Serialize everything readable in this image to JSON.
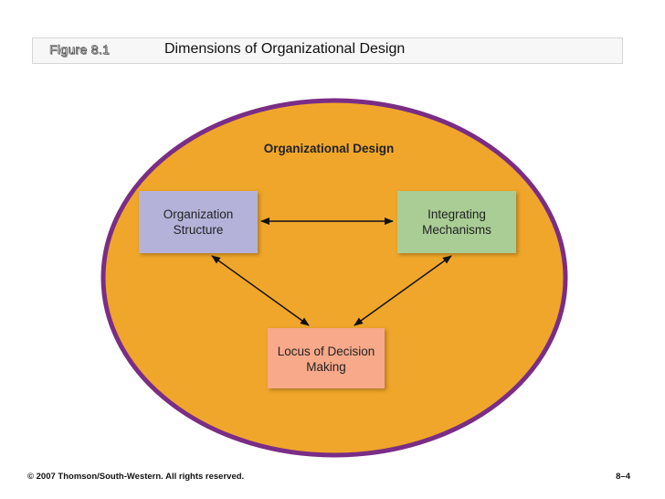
{
  "header": {
    "figure_label": "Figure 8.1",
    "title": "Dimensions of Organizational Design"
  },
  "diagram": {
    "heading": "Organizational Design",
    "nodes": {
      "structure": {
        "line1": "Organization",
        "line2": "Structure",
        "color": "#b4b2d9"
      },
      "integrating": {
        "line1": "Integrating",
        "line2": "Mechanisms",
        "color": "#a9cd94"
      },
      "locus": {
        "line1": "Locus of Decision",
        "line2": "Making",
        "color": "#f7a98a"
      }
    },
    "ellipse_fill": "#f0a62a",
    "ellipse_border": "#7a2d86"
  },
  "footer": {
    "copyright": "© 2007 Thomson/South-Western. All rights reserved.",
    "page_number": "8–4"
  }
}
